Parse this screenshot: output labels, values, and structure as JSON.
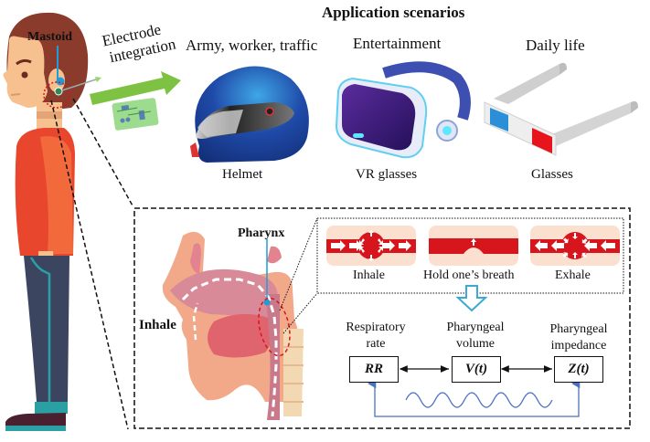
{
  "title": "Application scenarios",
  "figure_labels": {
    "mastoid": "Mastoid",
    "electrode_integration": [
      "Electrode",
      "integration"
    ],
    "pharynx": "Pharynx",
    "inhale": "Inhale"
  },
  "scenarios": [
    {
      "category": "Army, worker, traffic",
      "device": "Helmet"
    },
    {
      "category": "Entertainment",
      "device": "VR glasses"
    },
    {
      "category": "Daily life",
      "device": "Glasses"
    }
  ],
  "breathing_states": [
    {
      "label": "Inhale"
    },
    {
      "label": "Hold one’s breath"
    },
    {
      "label": "Exhale"
    }
  ],
  "model": {
    "nodes": [
      {
        "caption": [
          "Respiratory",
          "rate"
        ],
        "symbol": "RR"
      },
      {
        "caption": [
          "Pharyngeal",
          "volume"
        ],
        "symbol": "V(t)"
      },
      {
        "caption": [
          "Pharyngeal",
          "impedance"
        ],
        "symbol": "Z(t)"
      }
    ]
  },
  "colors": {
    "arrow_green": "#7dc242",
    "electrode_blue": "#1e9ed8",
    "electrode_green": "#2e8b57",
    "airway_red": "#d7151c",
    "airway_bg": "#fbe0d0",
    "flow_arrow_blue": "#3aa9d6",
    "feedback_blue": "#4a72c4",
    "helmet_blue": "#1f4aa8",
    "vr_purple": "#3b1f7a",
    "shirt_red": "#e8472e",
    "pants_navy": "#3c4560",
    "skin": "#f6c08f",
    "hair": "#8a3b2c"
  }
}
